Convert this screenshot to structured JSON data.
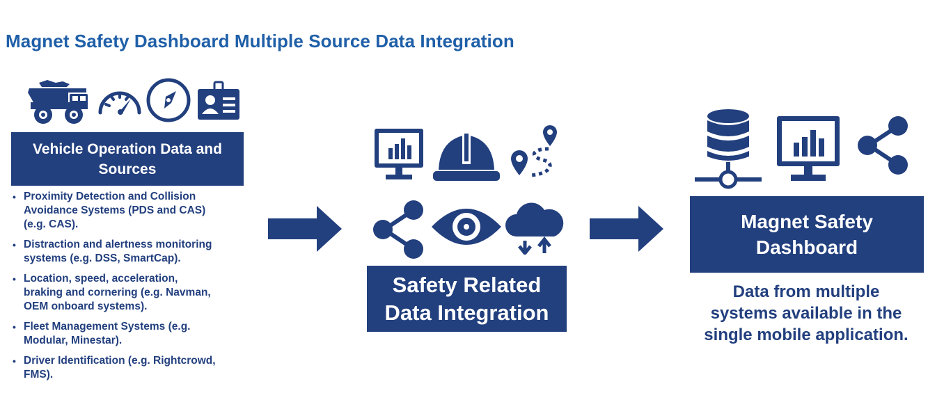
{
  "title": "Magnet Safety Dashboard Multiple Source Data Integration",
  "colors": {
    "title": "#1f5fa8",
    "navy": "#223f7e",
    "background": "#ffffff"
  },
  "left_panel": {
    "box_lines": [
      "Vehicle Operation Data and",
      "Sources"
    ],
    "icons": [
      "haul-truck-icon",
      "speedometer-icon",
      "compass-icon",
      "id-card-icon"
    ],
    "bullets": [
      [
        "Proximity Detection and Collision",
        "Avoidance  Systems (PDS and CAS)",
        "(e.g. CAS)."
      ],
      [
        "Distraction and alertness monitoring",
        "systems (e.g. DSS, SmartCap)."
      ],
      [
        "Location, speed, acceleration,",
        "braking and cornering (e.g. Navman,",
        "OEM onboard systems)."
      ],
      [
        "Fleet Management  Systems (e.g.",
        "Modular, Minestar)."
      ],
      [
        "Driver Identification  (e.g. Rightcrowd,",
        "FMS)."
      ]
    ]
  },
  "middle_panel": {
    "box_lines": [
      "Safety Related",
      "Data Integration"
    ],
    "icons": [
      "monitor-chart-icon",
      "hard-hat-icon",
      "route-pin-icon",
      "share-icon",
      "eye-icon",
      "cloud-sync-icon"
    ]
  },
  "right_panel": {
    "box_lines": [
      "Magnet Safety",
      "Dashboard"
    ],
    "caption_lines": [
      "Data from multiple",
      "systems available in the",
      "single mobile application."
    ],
    "icons": [
      "database-network-icon",
      "monitor-chart-icon",
      "share-icon"
    ]
  },
  "arrows": [
    "right-arrow-icon",
    "right-arrow-icon"
  ]
}
